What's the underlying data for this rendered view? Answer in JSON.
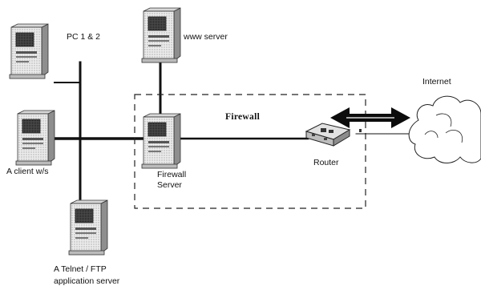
{
  "labels": {
    "pc12": "PC 1 & 2",
    "www": "www server",
    "internet": "Internet",
    "firewall": "Firewall",
    "client": "A client w/s",
    "firewall_server_1": "Firewall",
    "firewall_server_2": "Server",
    "router": "Router",
    "telnet_1": "A Telnet / FTP",
    "telnet_2": "application server"
  },
  "colors": {
    "line": "#111111",
    "dashed_box": "#222222",
    "computer_body": "#e6e6e6",
    "computer_shadow": "#9a9a9a",
    "screen": "#3a3a3a"
  },
  "icons": {
    "computers": "tower-computer-icon",
    "router": "router-icon",
    "cloud": "cloud-icon",
    "arrow": "double-arrow-icon"
  }
}
